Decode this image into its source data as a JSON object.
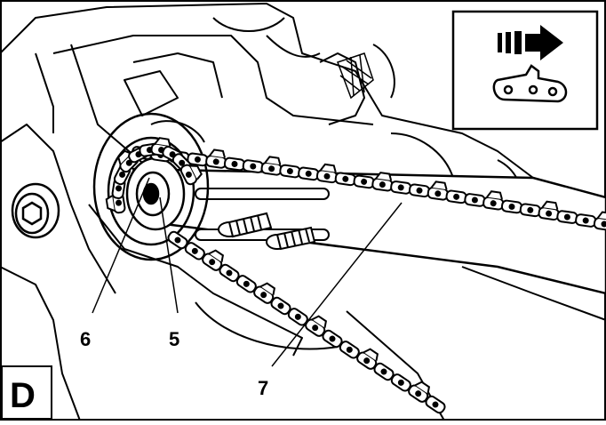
{
  "figure": {
    "panel_letter": "D",
    "callouts": [
      {
        "id": "6",
        "label": "6"
      },
      {
        "id": "5",
        "label": "5"
      },
      {
        "id": "7",
        "label": "7"
      }
    ],
    "inset": {
      "arrow_icon": "chain-direction-arrow-icon",
      "link_icon": "chain-link-icon"
    },
    "colors": {
      "line": "#000000",
      "background": "#ffffff"
    }
  }
}
